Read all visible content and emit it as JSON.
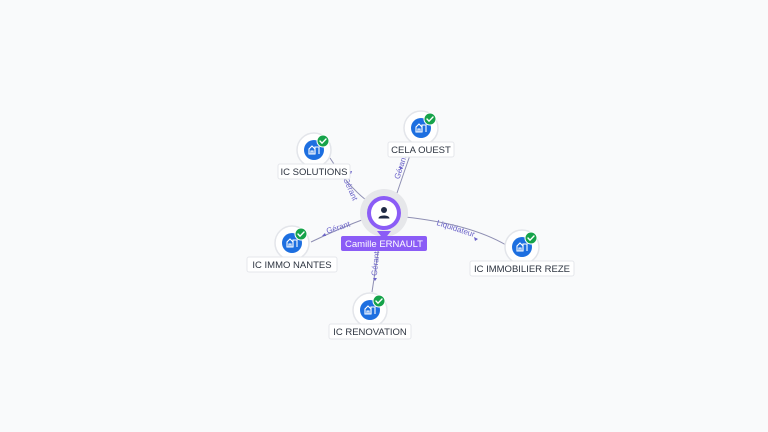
{
  "center": {
    "label": "Camille ERNAULT",
    "icon": "person-icon",
    "accent_color": "#8b5cf6"
  },
  "companies": [
    {
      "label": "IC SOLUTIONS",
      "relation": "Gérant",
      "icon": "company-building-icon",
      "status": "verified-check-icon"
    },
    {
      "label": "CELA OUEST",
      "relation": "Gérant",
      "icon": "company-building-icon",
      "status": "verified-check-icon"
    },
    {
      "label": "IC IMMO NANTES",
      "relation": "Gérant",
      "icon": "company-building-icon",
      "status": "verified-check-icon"
    },
    {
      "label": "IC IMMOBILIER REZE",
      "relation": "Liquidateur",
      "icon": "company-building-icon",
      "status": "verified-check-icon"
    },
    {
      "label": "IC RENOVATION",
      "relation": "Gérant",
      "icon": "company-building-icon",
      "status": "verified-check-icon"
    }
  ],
  "colors": {
    "company_icon_bg": "#1d6fe0",
    "verified_badge": "#16a34a",
    "edge": "#8f8fb3",
    "relation_text": "#6b63c9"
  }
}
